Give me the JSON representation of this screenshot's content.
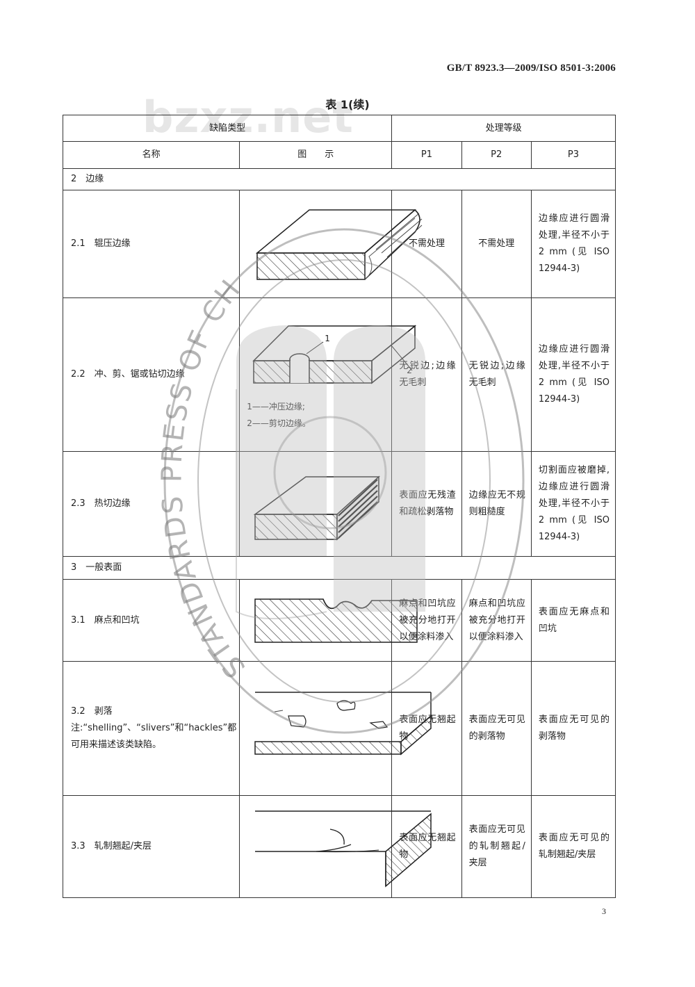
{
  "header": {
    "standard_no": "GB/T 8923.3—2009/ISO 8501-3:2006"
  },
  "watermark_text": "bzxz.net",
  "table": {
    "caption": "表 1(续)",
    "head": {
      "defect_type": "缺陷类型",
      "treatment_grade": "处理等级",
      "name": "名称",
      "figure": "图　　示",
      "p1": "P1",
      "p2": "P2",
      "p3": "P3"
    },
    "section2": "2　边缘",
    "section3": "3　一般表面",
    "rows": [
      {
        "name": "2.1　辊压边缘",
        "p1": "不需处理",
        "p2": "不需处理",
        "p3": "边缘应进行圆滑处理,半径不小于 2 mm (见 ISO 12944-3)"
      },
      {
        "name": "2.2　冲、剪、锯或钻切边缘",
        "fig_label_1": "1",
        "fig_label_2": "2",
        "fig_note_1": "1——冲压边缘;",
        "fig_note_2": "2——剪切边缘。",
        "p1": "无锐边;边缘无毛刺",
        "p2": "无锐边;边缘无毛刺",
        "p3": "边缘应进行圆滑处理,半径不小于 2 mm (见 ISO 12944-3)"
      },
      {
        "name": "2.3　热切边缘",
        "p1": "表面应无残渣和疏松剥落物",
        "p2": "边缘应无不规则粗糙度",
        "p3": "切割面应被磨掉,边缘应进行圆滑处理,半径不小于 2 mm (见 ISO 12944-3)"
      },
      {
        "name": "3.1　麻点和凹坑",
        "p1": "麻点和凹坑应被充分地打开以便涂料渗入",
        "p2": "麻点和凹坑应被充分地打开以便涂料渗入",
        "p3": "表面应无麻点和凹坑"
      },
      {
        "name": "3.2　剥落",
        "note": "注:“shelling”、“slivers”和“hackles”都可用来描述该类缺陷。",
        "p1": "表面应无翘起物",
        "p2": "表面应无可见的剥落物",
        "p3": "表面应无可见的剥落物"
      },
      {
        "name": "3.3　轧制翘起/夹层",
        "p1": "表面应无翘起物",
        "p2": "表面应无可见的轧制翘起/夹层",
        "p3": "表面应无可见的轧制翘起/夹层"
      }
    ]
  },
  "stamp_text": "STANDARDS PRESS OF CHINA",
  "page_number": "3"
}
